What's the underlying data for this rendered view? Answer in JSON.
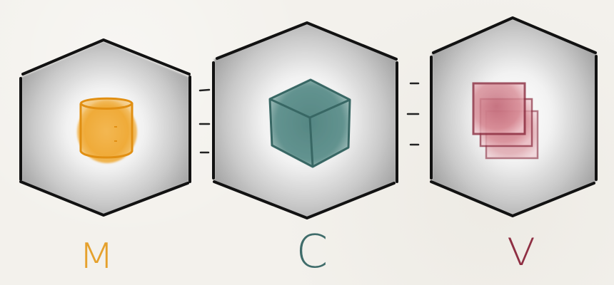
{
  "diagram": {
    "letters": {
      "model": "M",
      "controller": "C",
      "view": "V"
    },
    "colors": {
      "model": "#e5a12d",
      "controller": "#3f6c6a",
      "view": "#8f2f43",
      "hex_border": "#111111",
      "hex_shadow": "#8d8d8d"
    },
    "icons": {
      "model": "database-cylinder-icon",
      "controller": "cube-icon",
      "view": "stacked-pages-icon"
    }
  }
}
